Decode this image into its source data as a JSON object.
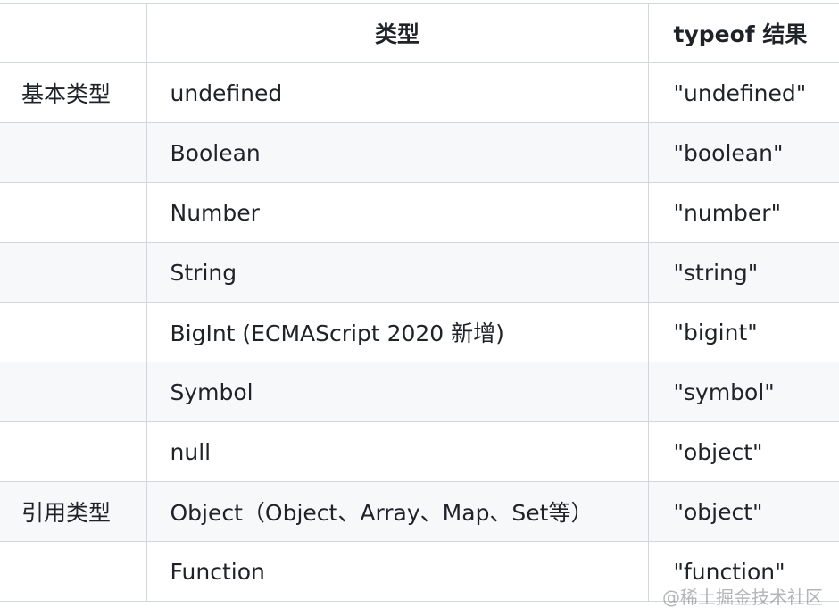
{
  "table": {
    "headers": [
      "",
      "类型",
      "typeof 结果"
    ],
    "rows": [
      {
        "category": "基本类型",
        "type": "undefined",
        "result": "\"undefined\""
      },
      {
        "category": "",
        "type": "Boolean",
        "result": "\"boolean\""
      },
      {
        "category": "",
        "type": "Number",
        "result": "\"number\""
      },
      {
        "category": "",
        "type": "String",
        "result": "\"string\""
      },
      {
        "category": "",
        "type": "BigInt (ECMAScript 2020 新增)",
        "result": "\"bigint\""
      },
      {
        "category": "",
        "type": "Symbol",
        "result": "\"symbol\""
      },
      {
        "category": "",
        "type": "null",
        "result": "\"object\""
      },
      {
        "category": "引用类型",
        "type": "Object（Object、Array、Map、Set等）",
        "result": "\"object\""
      },
      {
        "category": "",
        "type": "Function",
        "result": "\"function\""
      }
    ]
  },
  "watermark": "@稀土掘金技术社区"
}
